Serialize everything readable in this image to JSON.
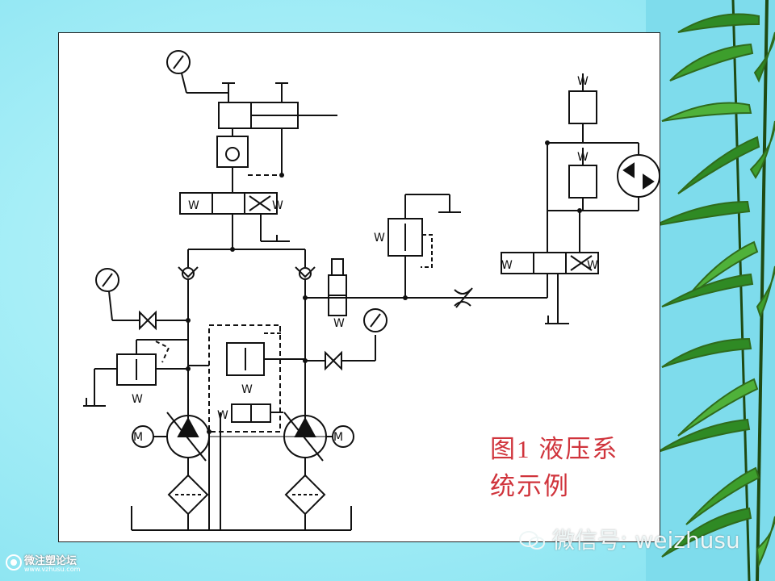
{
  "caption": {
    "line1": "图1  液压系",
    "line2": "统示例"
  },
  "watermark_right": "微信号: weizhusu",
  "watermark_left": {
    "title": "微注塑论坛",
    "subtitle": "www.vzhusu.com"
  },
  "diagram": {
    "motor_label": "M",
    "spring_label": "W"
  },
  "colors": {
    "background": "#a6eef7",
    "caption": "#d0343c",
    "ink": "#111111"
  }
}
